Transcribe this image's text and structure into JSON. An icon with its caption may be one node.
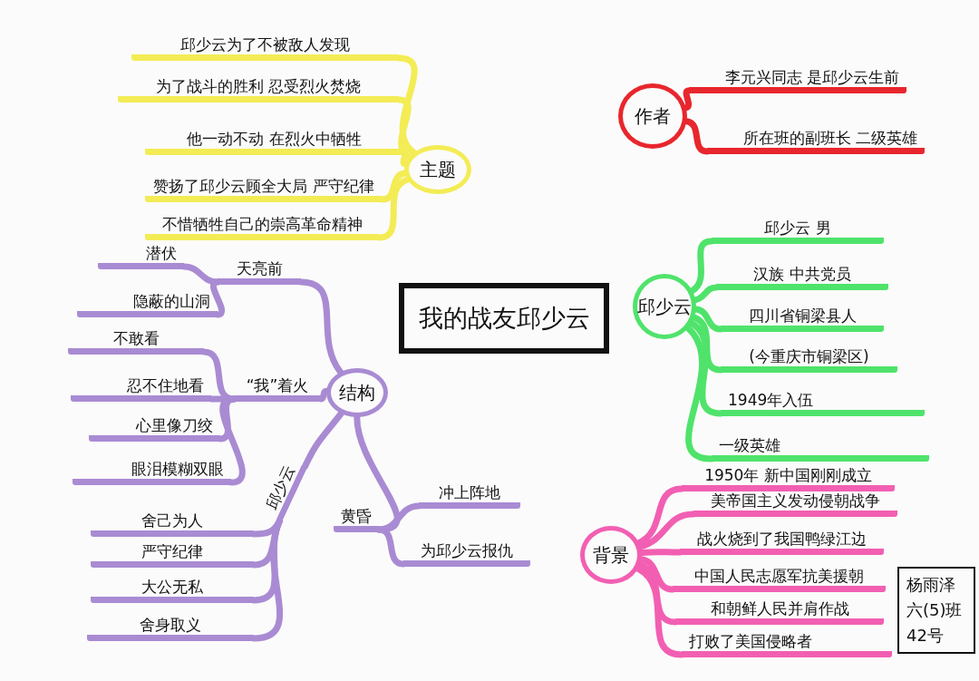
{
  "diagram": {
    "nodes": [
      {
        "text": [
          "我的战友邱少云"
        ]
      },
      {
        "text": [
          "主题"
        ]
      },
      {
        "text": [
          "邱少云为了不被敌人发现"
        ]
      },
      {
        "text": [
          "为了战斗的胜利 忍受烈火焚烧"
        ]
      },
      {
        "text": [
          "他一动不动 在烈火中牺牲"
        ]
      },
      {
        "text": [
          "赞扬了邱少云顾全大局 严守纪律"
        ]
      },
      {
        "text": [
          "不惜牺牲自己的崇高革命精神"
        ]
      },
      {
        "text": [
          "作者"
        ]
      },
      {
        "text": [
          "李元兴同志 是邱少云生前"
        ]
      },
      {
        "text": [
          "所在班的副班长 二级英雄"
        ]
      },
      {
        "text": [
          "邱少云"
        ]
      },
      {
        "text": [
          "邱少云 男"
        ]
      },
      {
        "text": [
          "汉族 中共党员"
        ]
      },
      {
        "text": [
          "四川省铜梁县人"
        ]
      },
      {
        "text": [
          "(今重庆市铜梁区)"
        ]
      },
      {
        "text": [
          "1949年入伍"
        ]
      },
      {
        "text": [
          "一级英雄"
        ]
      },
      {
        "text": [
          "背景"
        ]
      },
      {
        "text": [
          "1950年 新中国刚刚成立"
        ]
      },
      {
        "text": [
          "美帝国主义发动侵朝战争"
        ]
      },
      {
        "text": [
          "战火烧到了我国鸭绿江边"
        ]
      },
      {
        "text": [
          "中国人民志愿军抗美援朝"
        ]
      },
      {
        "text": [
          "和朝鲜人民并肩作战"
        ]
      },
      {
        "text": [
          "打败了美国侵略者"
        ]
      },
      {
        "text": [
          "结构"
        ]
      },
      {
        "text": [
          "天亮前"
        ]
      },
      {
        "text": [
          "潜伏"
        ]
      },
      {
        "text": [
          "隐蔽的山洞"
        ]
      },
      {
        "text": [
          "“我”着火"
        ]
      },
      {
        "text": [
          "不敢看"
        ]
      },
      {
        "text": [
          "忍不住地看"
        ]
      },
      {
        "text": [
          "心里像刀绞"
        ]
      },
      {
        "text": [
          "眼泪模糊双眼"
        ]
      },
      {
        "text": [
          "邱少云"
        ]
      },
      {
        "text": [
          "舍己为人"
        ]
      },
      {
        "text": [
          "严守纪律"
        ]
      },
      {
        "text": [
          "大公无私"
        ]
      },
      {
        "text": [
          "舍身取义"
        ]
      },
      {
        "text": [
          "黄昏"
        ]
      },
      {
        "text": [
          "冲上阵地"
        ]
      },
      {
        "text": [
          "为邱少云报仇"
        ]
      },
      {
        "text": [
          "杨雨泽",
          "六(5)班",
          "42号"
        ]
      }
    ],
    "edges": [
      {
        "from": 1,
        "to": 2,
        "arrow": "none",
        "color": "#f3ec55"
      },
      {
        "from": 1,
        "to": 3,
        "arrow": "none",
        "color": "#f3ec55"
      },
      {
        "from": 1,
        "to": 4,
        "arrow": "none",
        "color": "#f3ec55"
      },
      {
        "from": 1,
        "to": 5,
        "arrow": "none",
        "color": "#f3ec55"
      },
      {
        "from": 1,
        "to": 6,
        "arrow": "none",
        "color": "#f3ec55"
      },
      {
        "from": 7,
        "to": 8,
        "arrow": "none",
        "color": "#e8262d"
      },
      {
        "from": 7,
        "to": 9,
        "arrow": "none",
        "color": "#e8262d"
      },
      {
        "from": 10,
        "to": 11,
        "arrow": "none",
        "color": "#4fe36b"
      },
      {
        "from": 10,
        "to": 12,
        "arrow": "none",
        "color": "#4fe36b"
      },
      {
        "from": 10,
        "to": 13,
        "arrow": "none",
        "color": "#4fe36b"
      },
      {
        "from": 10,
        "to": 14,
        "arrow": "none",
        "color": "#4fe36b"
      },
      {
        "from": 10,
        "to": 15,
        "arrow": "none",
        "color": "#4fe36b"
      },
      {
        "from": 10,
        "to": 16,
        "arrow": "none",
        "color": "#4fe36b"
      },
      {
        "from": 17,
        "to": 18,
        "arrow": "none",
        "color": "#f25fb2"
      },
      {
        "from": 17,
        "to": 19,
        "arrow": "none",
        "color": "#f25fb2"
      },
      {
        "from": 17,
        "to": 20,
        "arrow": "none",
        "color": "#f25fb2"
      },
      {
        "from": 17,
        "to": 21,
        "arrow": "none",
        "color": "#f25fb2"
      },
      {
        "from": 17,
        "to": 22,
        "arrow": "none",
        "color": "#f25fb2"
      },
      {
        "from": 17,
        "to": 23,
        "arrow": "none",
        "color": "#f25fb2"
      },
      {
        "from": 24,
        "to": 25,
        "arrow": "none"
      },
      {
        "from": 25,
        "to": 26,
        "arrow": "none"
      },
      {
        "from": 25,
        "to": 27,
        "arrow": "none"
      },
      {
        "from": 24,
        "to": 28,
        "arrow": "none"
      },
      {
        "from": 28,
        "to": 29,
        "arrow": "none"
      },
      {
        "from": 28,
        "to": 30,
        "arrow": "none"
      },
      {
        "from": 28,
        "to": 31,
        "arrow": "none"
      },
      {
        "from": 28,
        "to": 32,
        "arrow": "none"
      },
      {
        "from": 24,
        "to": 33,
        "arrow": "none"
      },
      {
        "from": 33,
        "to": 34,
        "arrow": "none"
      },
      {
        "from": 33,
        "to": 35,
        "arrow": "none"
      },
      {
        "from": 33,
        "to": 36,
        "arrow": "none"
      },
      {
        "from": 33,
        "to": 37,
        "arrow": "none"
      },
      {
        "from": 24,
        "to": 38,
        "arrow": "none"
      },
      {
        "from": 38,
        "to": 39,
        "arrow": "none"
      },
      {
        "from": 38,
        "to": 40,
        "arrow": "none"
      }
    ]
  }
}
